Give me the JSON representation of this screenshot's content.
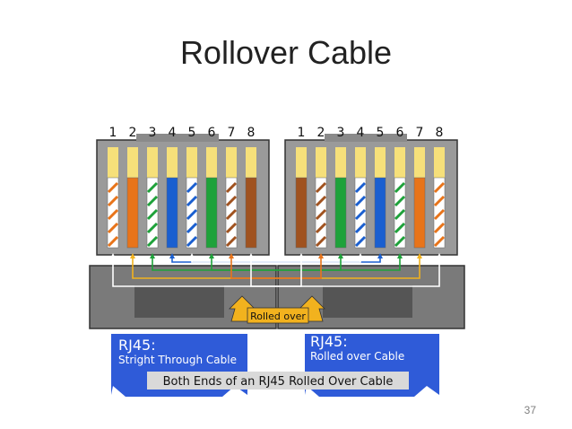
{
  "slide": {
    "title": "Rollover Cable",
    "page_number": "37"
  },
  "pins": [
    "1",
    "2",
    "3",
    "4",
    "5",
    "6",
    "7",
    "8"
  ],
  "colors": {
    "white": "#ffffff",
    "orange": "#e8741a",
    "green": "#1ea23a",
    "blue": "#1a5fd0",
    "brown": "#a0521f",
    "yellow": "#f6e07a",
    "connector_gray": "#9a9a9a",
    "body_gray": "#6e6e6e",
    "ribbon_blue": "#2f5bd8",
    "arrow_gold": "#f2b21e"
  },
  "left_connector": {
    "wires": [
      {
        "stripe": "orange",
        "base": "white"
      },
      {
        "stripe": "orange",
        "base": "orange"
      },
      {
        "stripe": "green",
        "base": "white"
      },
      {
        "stripe": "blue",
        "base": "blue"
      },
      {
        "stripe": "blue",
        "base": "white"
      },
      {
        "stripe": "green",
        "base": "green"
      },
      {
        "stripe": "brown",
        "base": "white"
      },
      {
        "stripe": "brown",
        "base": "brown"
      }
    ],
    "ribbon_title": "RJ45:",
    "ribbon_subtitle": "Stright Through Cable"
  },
  "right_connector": {
    "wires": [
      {
        "stripe": "brown",
        "base": "brown"
      },
      {
        "stripe": "brown",
        "base": "white"
      },
      {
        "stripe": "green",
        "base": "green"
      },
      {
        "stripe": "blue",
        "base": "white"
      },
      {
        "stripe": "blue",
        "base": "blue"
      },
      {
        "stripe": "green",
        "base": "white"
      },
      {
        "stripe": "orange",
        "base": "orange"
      },
      {
        "stripe": "orange",
        "base": "white"
      }
    ],
    "ribbon_title": "RJ45:",
    "ribbon_subtitle": "Rolled over Cable"
  },
  "rolled_over_label": "Rolled over",
  "caption": "Both Ends of an RJ45 Rolled Over Cable"
}
